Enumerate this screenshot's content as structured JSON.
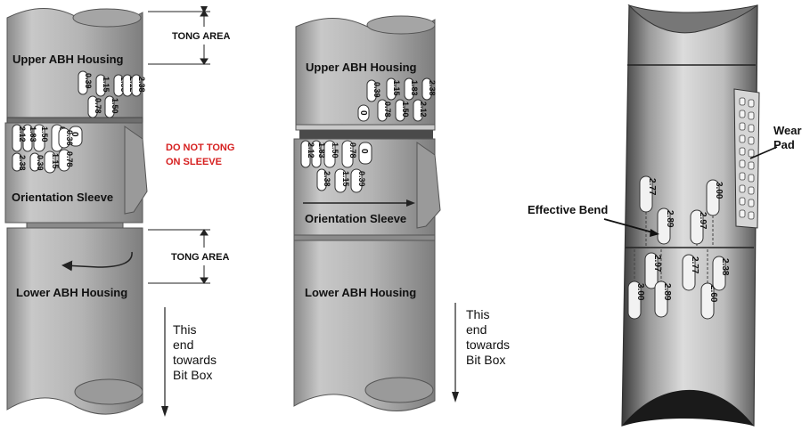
{
  "left": {
    "upper_housing": "Upper ABH Housing",
    "tong_area_top": "TONG AREA",
    "do_not_tong_line1": "DO NOT TONG",
    "do_not_tong_line2": "ON SLEEVE",
    "orientation_sleeve": "Orientation Sleeve",
    "tong_area_bottom": "TONG AREA",
    "lower_housing": "Lower ABH Housing",
    "note": [
      "This",
      "end",
      "towards",
      "Bit Box"
    ]
  },
  "middle": {
    "upper_housing": "Upper ABH Housing",
    "orientation_sleeve": "Orientation Sleeve",
    "lower_housing": "Lower ABH Housing",
    "note": [
      "This",
      "end",
      "towards",
      "Bit Box"
    ]
  },
  "right": {
    "wear_pad": [
      "Wear",
      "Pad"
    ],
    "effective_bend": "Effective Bend",
    "upper_marks": [
      "2.77",
      "2.89",
      "2.97",
      "3.00"
    ],
    "lower_marks": [
      "3.00",
      "2.97",
      "2.89",
      "2.77",
      "2.60",
      "2.38"
    ]
  },
  "scale_marks": {
    "left_upper": [
      "0.39",
      "0.78",
      "1.15",
      "1.50",
      "1.83",
      "2.12",
      "2.38"
    ],
    "left_sleeve": [
      "0",
      "0.78",
      "1.50",
      "1.83",
      "2.12",
      "2.38",
      "0.39",
      "1.15",
      "0.78",
      "0.36"
    ],
    "middle_upper": [
      "0.39",
      "0",
      "0.78",
      "1.15",
      "1.50",
      "1.83",
      "2.12",
      "2.38"
    ],
    "middle_sleeve": [
      "0",
      "0.78",
      "0.39",
      "1.15",
      "1.50",
      "1.83",
      "2.12",
      "2.38"
    ]
  }
}
